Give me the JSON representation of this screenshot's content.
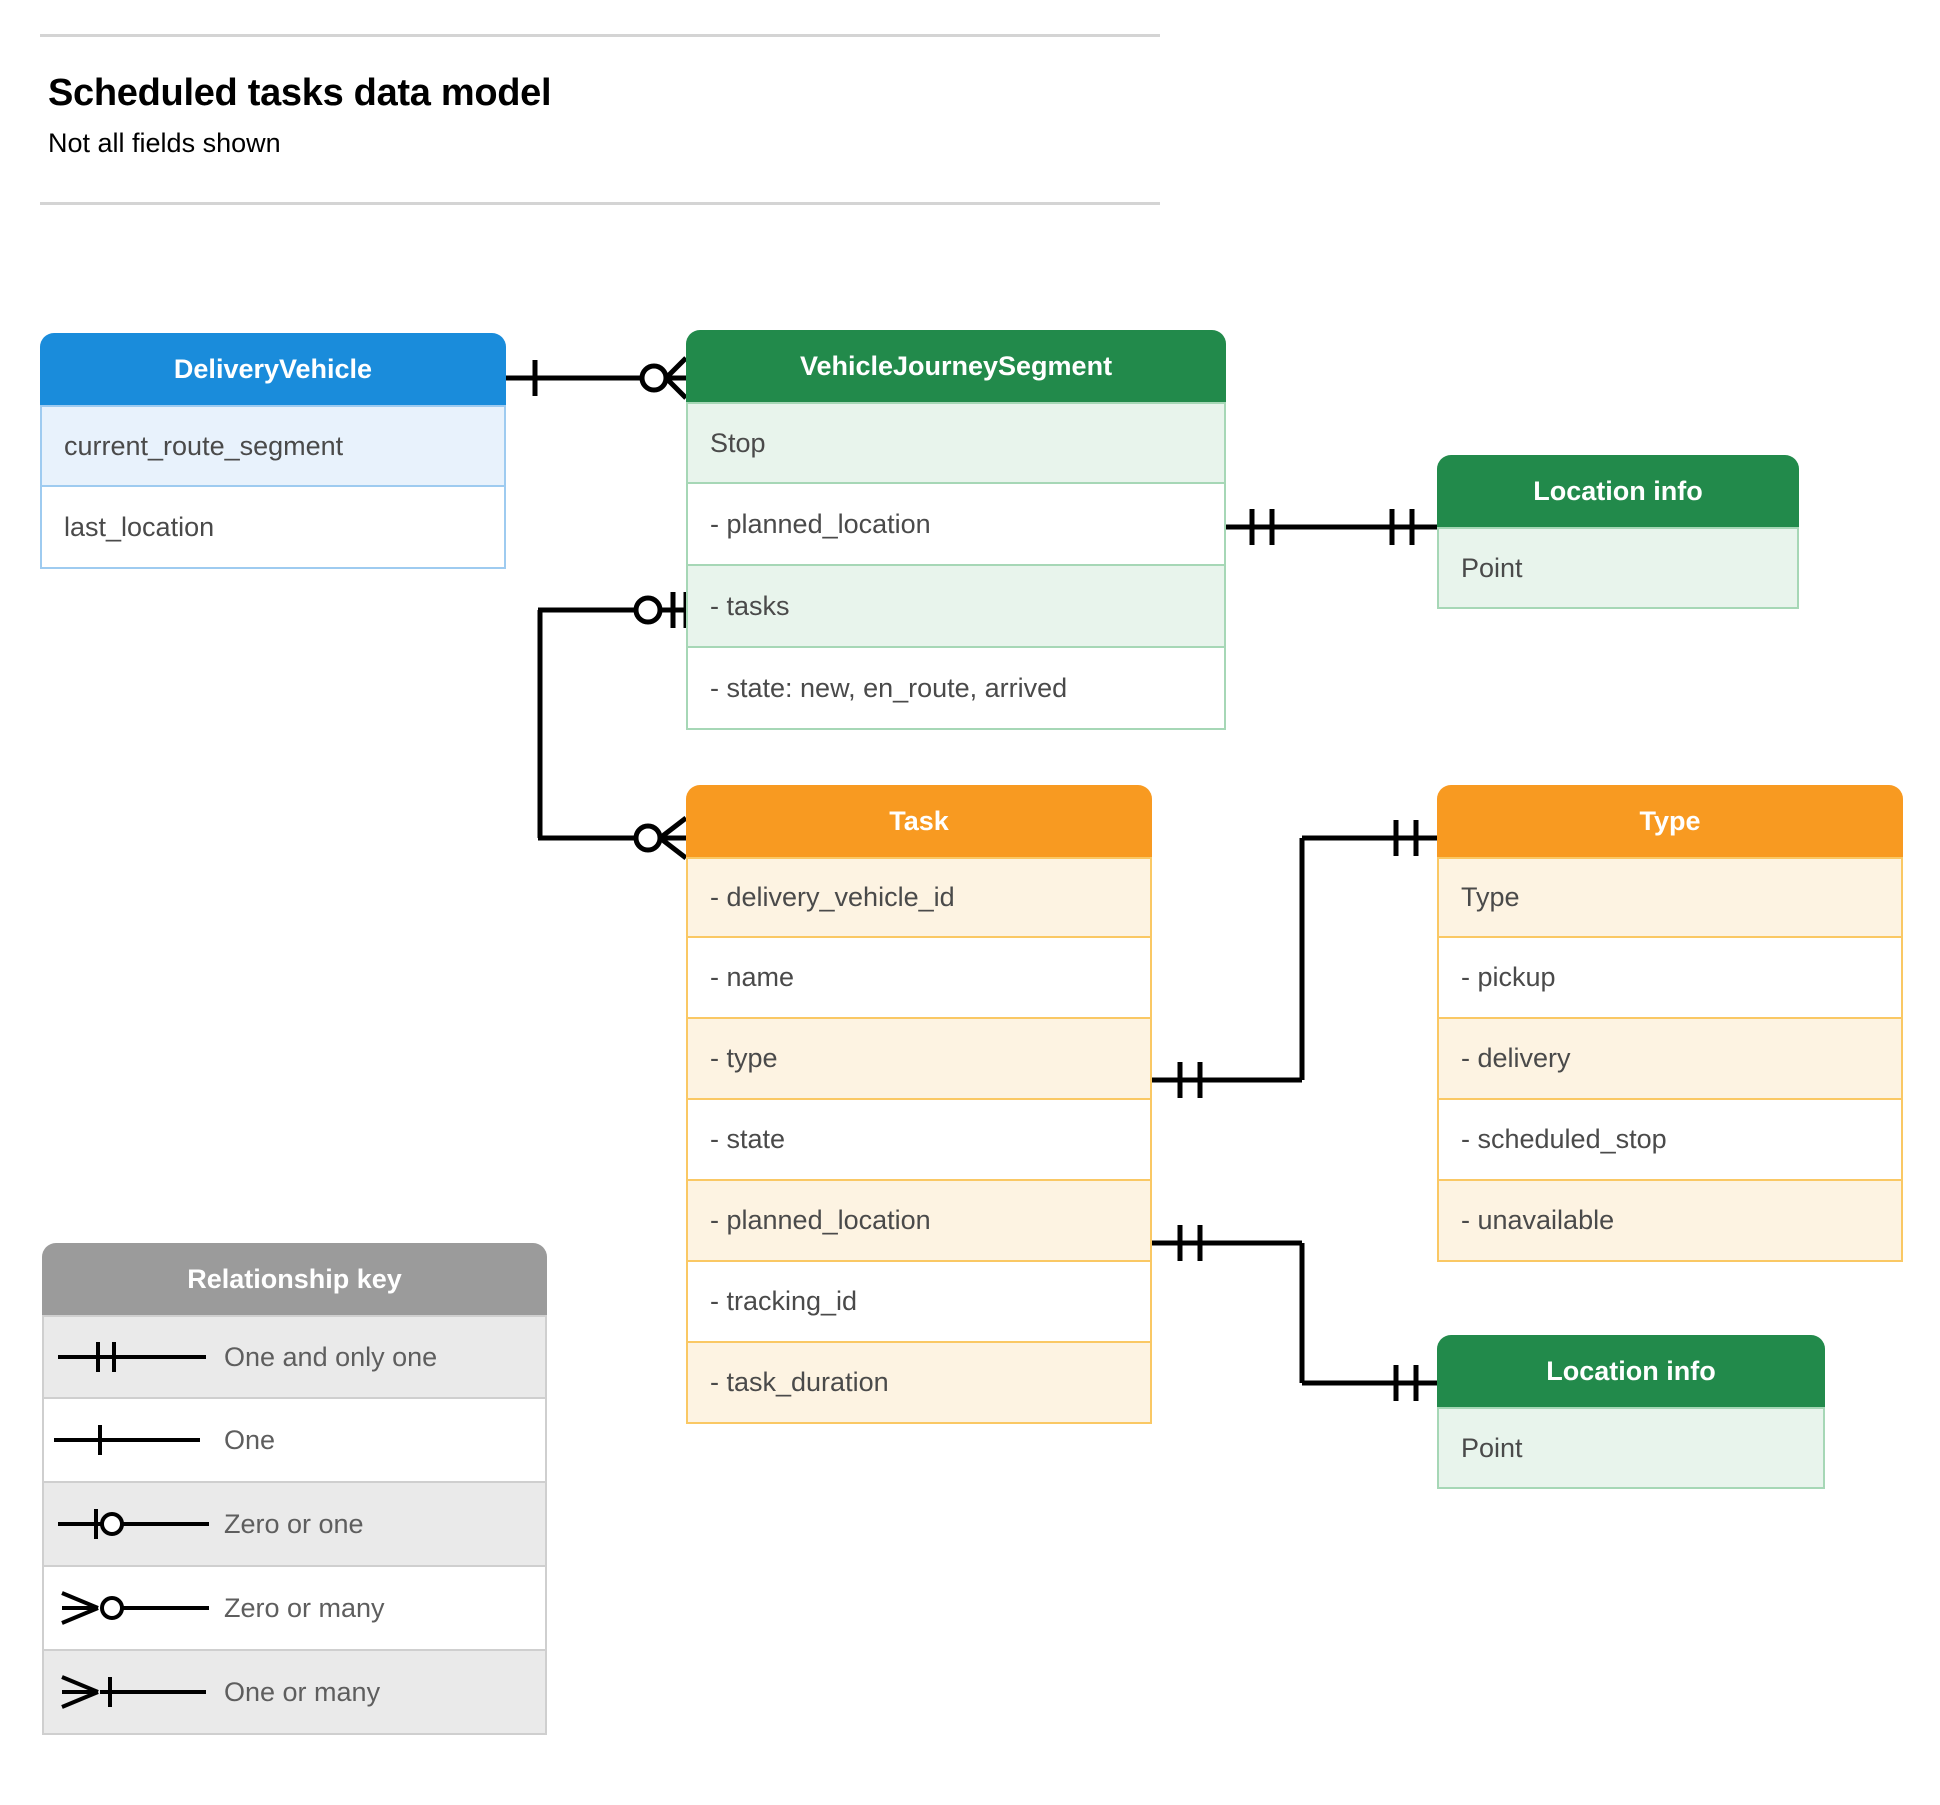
{
  "header": {
    "title": "Scheduled tasks data model",
    "subtitle": "Not all fields shown"
  },
  "colors": {
    "blue_header": "#1a8cdb",
    "blue_tint": "#e8f2fc",
    "blue_border": "#9ecbf0",
    "green_header": "#228a4b",
    "green_tint": "#e8f4ec",
    "green_border": "#a6d7b6",
    "orange_header": "#f89a21",
    "orange_tint": "#fdf3e2",
    "orange_border": "#fac864",
    "grey_header": "#9b9b9b",
    "grey_tint": "#eaeaea",
    "grey_border": "#cfcfcf",
    "line": "#000000",
    "text": "#4a4a4a",
    "rule": "#d4d4d4"
  },
  "entities": {
    "delivery_vehicle": {
      "title": "DeliveryVehicle",
      "rows": [
        "current_route_segment",
        "last_location"
      ]
    },
    "vehicle_journey_segment": {
      "title": "VehicleJourneySegment",
      "rows": [
        "Stop",
        "-  planned_location",
        "- tasks",
        "- state: new, en_route, arrived"
      ]
    },
    "location_info_top": {
      "title": "Location info",
      "rows": [
        "Point"
      ]
    },
    "location_info_bottom": {
      "title": "Location info",
      "rows": [
        "Point"
      ]
    },
    "task": {
      "title": "Task",
      "rows": [
        "- delivery_vehicle_id",
        "- name",
        "- type",
        "- state",
        "- planned_location",
        "- tracking_id",
        "- task_duration"
      ]
    },
    "type": {
      "title": "Type",
      "rows": [
        "Type",
        "-  pickup",
        "-  delivery",
        "-  scheduled_stop",
        "-  unavailable"
      ]
    }
  },
  "legend": {
    "title": "Relationship key",
    "items": [
      {
        "label": "One and only one",
        "symbol": "one-and-only-one-symbol"
      },
      {
        "label": "One",
        "symbol": "one-symbol"
      },
      {
        "label": "Zero or one",
        "symbol": "zero-or-one-symbol"
      },
      {
        "label": "Zero or many",
        "symbol": "zero-or-many-symbol"
      },
      {
        "label": "One or many",
        "symbol": "one-or-many-symbol"
      }
    ]
  },
  "relationships": [
    {
      "name": "deliveryvehicle-to-vehiclejourneysegment",
      "from": "DeliveryVehicle",
      "to": "VehicleJourneySegment",
      "from_cardinality": "One",
      "to_cardinality": "Zero or many"
    },
    {
      "name": "vehiclejourneysegment-plannedlocation-to-locationinfo",
      "from": "VehicleJourneySegment.planned_location",
      "to": "Location info",
      "from_cardinality": "One and only one",
      "to_cardinality": "One and only one"
    },
    {
      "name": "vehiclejourneysegment-tasks-to-task",
      "from": "VehicleJourneySegment.tasks",
      "to": "Task",
      "from_cardinality": "Zero or one",
      "to_cardinality": "Zero or many"
    },
    {
      "name": "task-type-to-type",
      "from": "Task.type",
      "to": "Type",
      "from_cardinality": "One and only one",
      "to_cardinality": "One and only one"
    },
    {
      "name": "task-plannedlocation-to-locationinfo",
      "from": "Task.planned_location",
      "to": "Location info",
      "from_cardinality": "One and only one",
      "to_cardinality": "One and only one"
    }
  ]
}
